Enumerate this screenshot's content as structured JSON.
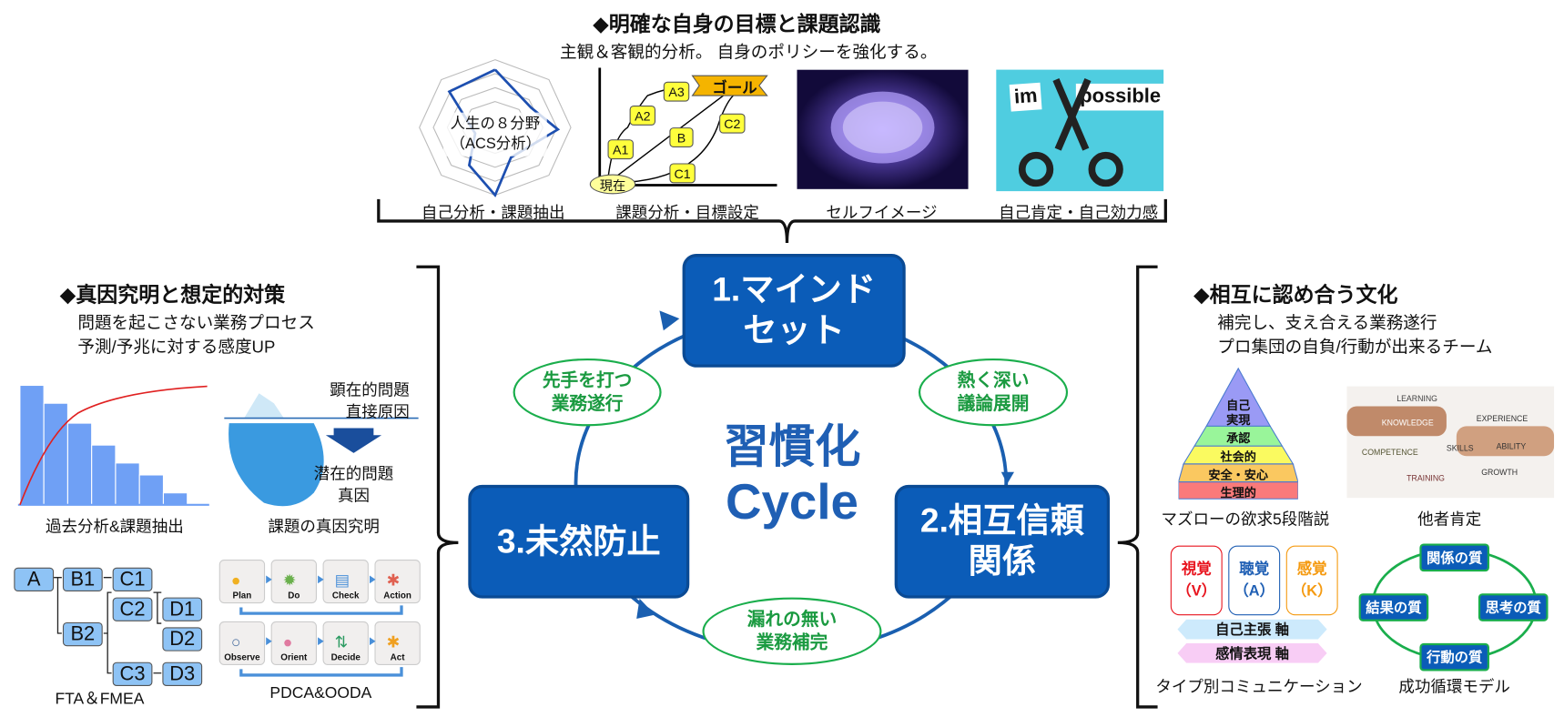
{
  "top": {
    "title": "◆明確な自身の目標と課題認識",
    "subtitle": "主観＆客観的分析。 自身のポリシーを強化する。",
    "radar_label_1": "人生の８分野",
    "radar_label_2": "（ACS分析）",
    "goal": {
      "goal": "ゴール",
      "now": "現在",
      "a1": "A1",
      "a2": "A2",
      "a3": "A3",
      "b": "B",
      "c1": "C1",
      "c2": "C2"
    },
    "impossible_im": "im",
    "impossible_possible": "possible",
    "captions": [
      "自己分析・課題抽出",
      "課題分析・目標設定",
      "セルフイメージ",
      "自己肯定・自己効力感"
    ]
  },
  "cycle": {
    "center_1": "習慣化",
    "center_2": "Cycle",
    "box1": [
      "1.マインド",
      "セット"
    ],
    "box2": [
      "2.相互信頼",
      "関係"
    ],
    "box3": "3.未然防止",
    "oval_left": [
      "先手を打つ",
      "業務遂行"
    ],
    "oval_right": [
      "熱く深い",
      "議論展開"
    ],
    "oval_bottom": [
      "漏れの無い",
      "業務補完"
    ]
  },
  "left": {
    "title": "◆真因究明と想定的対策",
    "sub1": "問題を起こさない業務プロセス",
    "sub2": "予測/予兆に対する感度UP",
    "iceberg_top_1": "顕在的問題",
    "iceberg_top_2": "直接原因",
    "iceberg_bottom_1": "潜在的問題",
    "iceberg_bottom_2": "真因",
    "cap_pareto": "過去分析&課題抽出",
    "cap_iceberg": "課題の真因究明",
    "fta": {
      "a": "A",
      "b1": "B1",
      "b2": "B2",
      "c1": "C1",
      "c2": "C2",
      "c3": "C3",
      "d1": "D1",
      "d2": "D2",
      "d3": "D3"
    },
    "pdca": [
      "Plan",
      "Do",
      "Check",
      "Action"
    ],
    "ooda": [
      "Observe",
      "Orient",
      "Decide",
      "Act"
    ],
    "cap_fta": "FTA＆FMEA",
    "cap_pdca": "PDCA&OODA"
  },
  "right": {
    "title": "◆相互に認め合う文化",
    "sub1": "補完し、支え合える業務遂行",
    "sub2": "プロ集団の自負/行動が出来るチーム",
    "pyramid": [
      "自己",
      "実現",
      "承認",
      "社会的",
      "安全・安心",
      "生理的"
    ],
    "cap_pyramid": "マズローの欲求5段階説",
    "words": [
      "LEARNING",
      "KNOWLEDGE",
      "EXPERIENCE",
      "SKILLS",
      "ABILITY",
      "COMPETENCE",
      "GROWTH",
      "TRAINING"
    ],
    "cap_hands": "他者肯定",
    "vak": [
      {
        "a": "視覚",
        "b": "（V）"
      },
      {
        "a": "聴覚",
        "b": "（A）"
      },
      {
        "a": "感覚",
        "b": "（K）"
      }
    ],
    "axis1": "自己主張 軸",
    "axis2": "感情表現 軸",
    "cap_vak": "タイプ別コミュニケーション",
    "quality": [
      "関係の質",
      "思考の質",
      "行動の質",
      "結果の質"
    ],
    "cap_quality": "成功循環モデル"
  },
  "colors": {
    "blue": "#0b5cb8",
    "green": "#1aae4c",
    "text_blue": "#1f5fb4"
  }
}
